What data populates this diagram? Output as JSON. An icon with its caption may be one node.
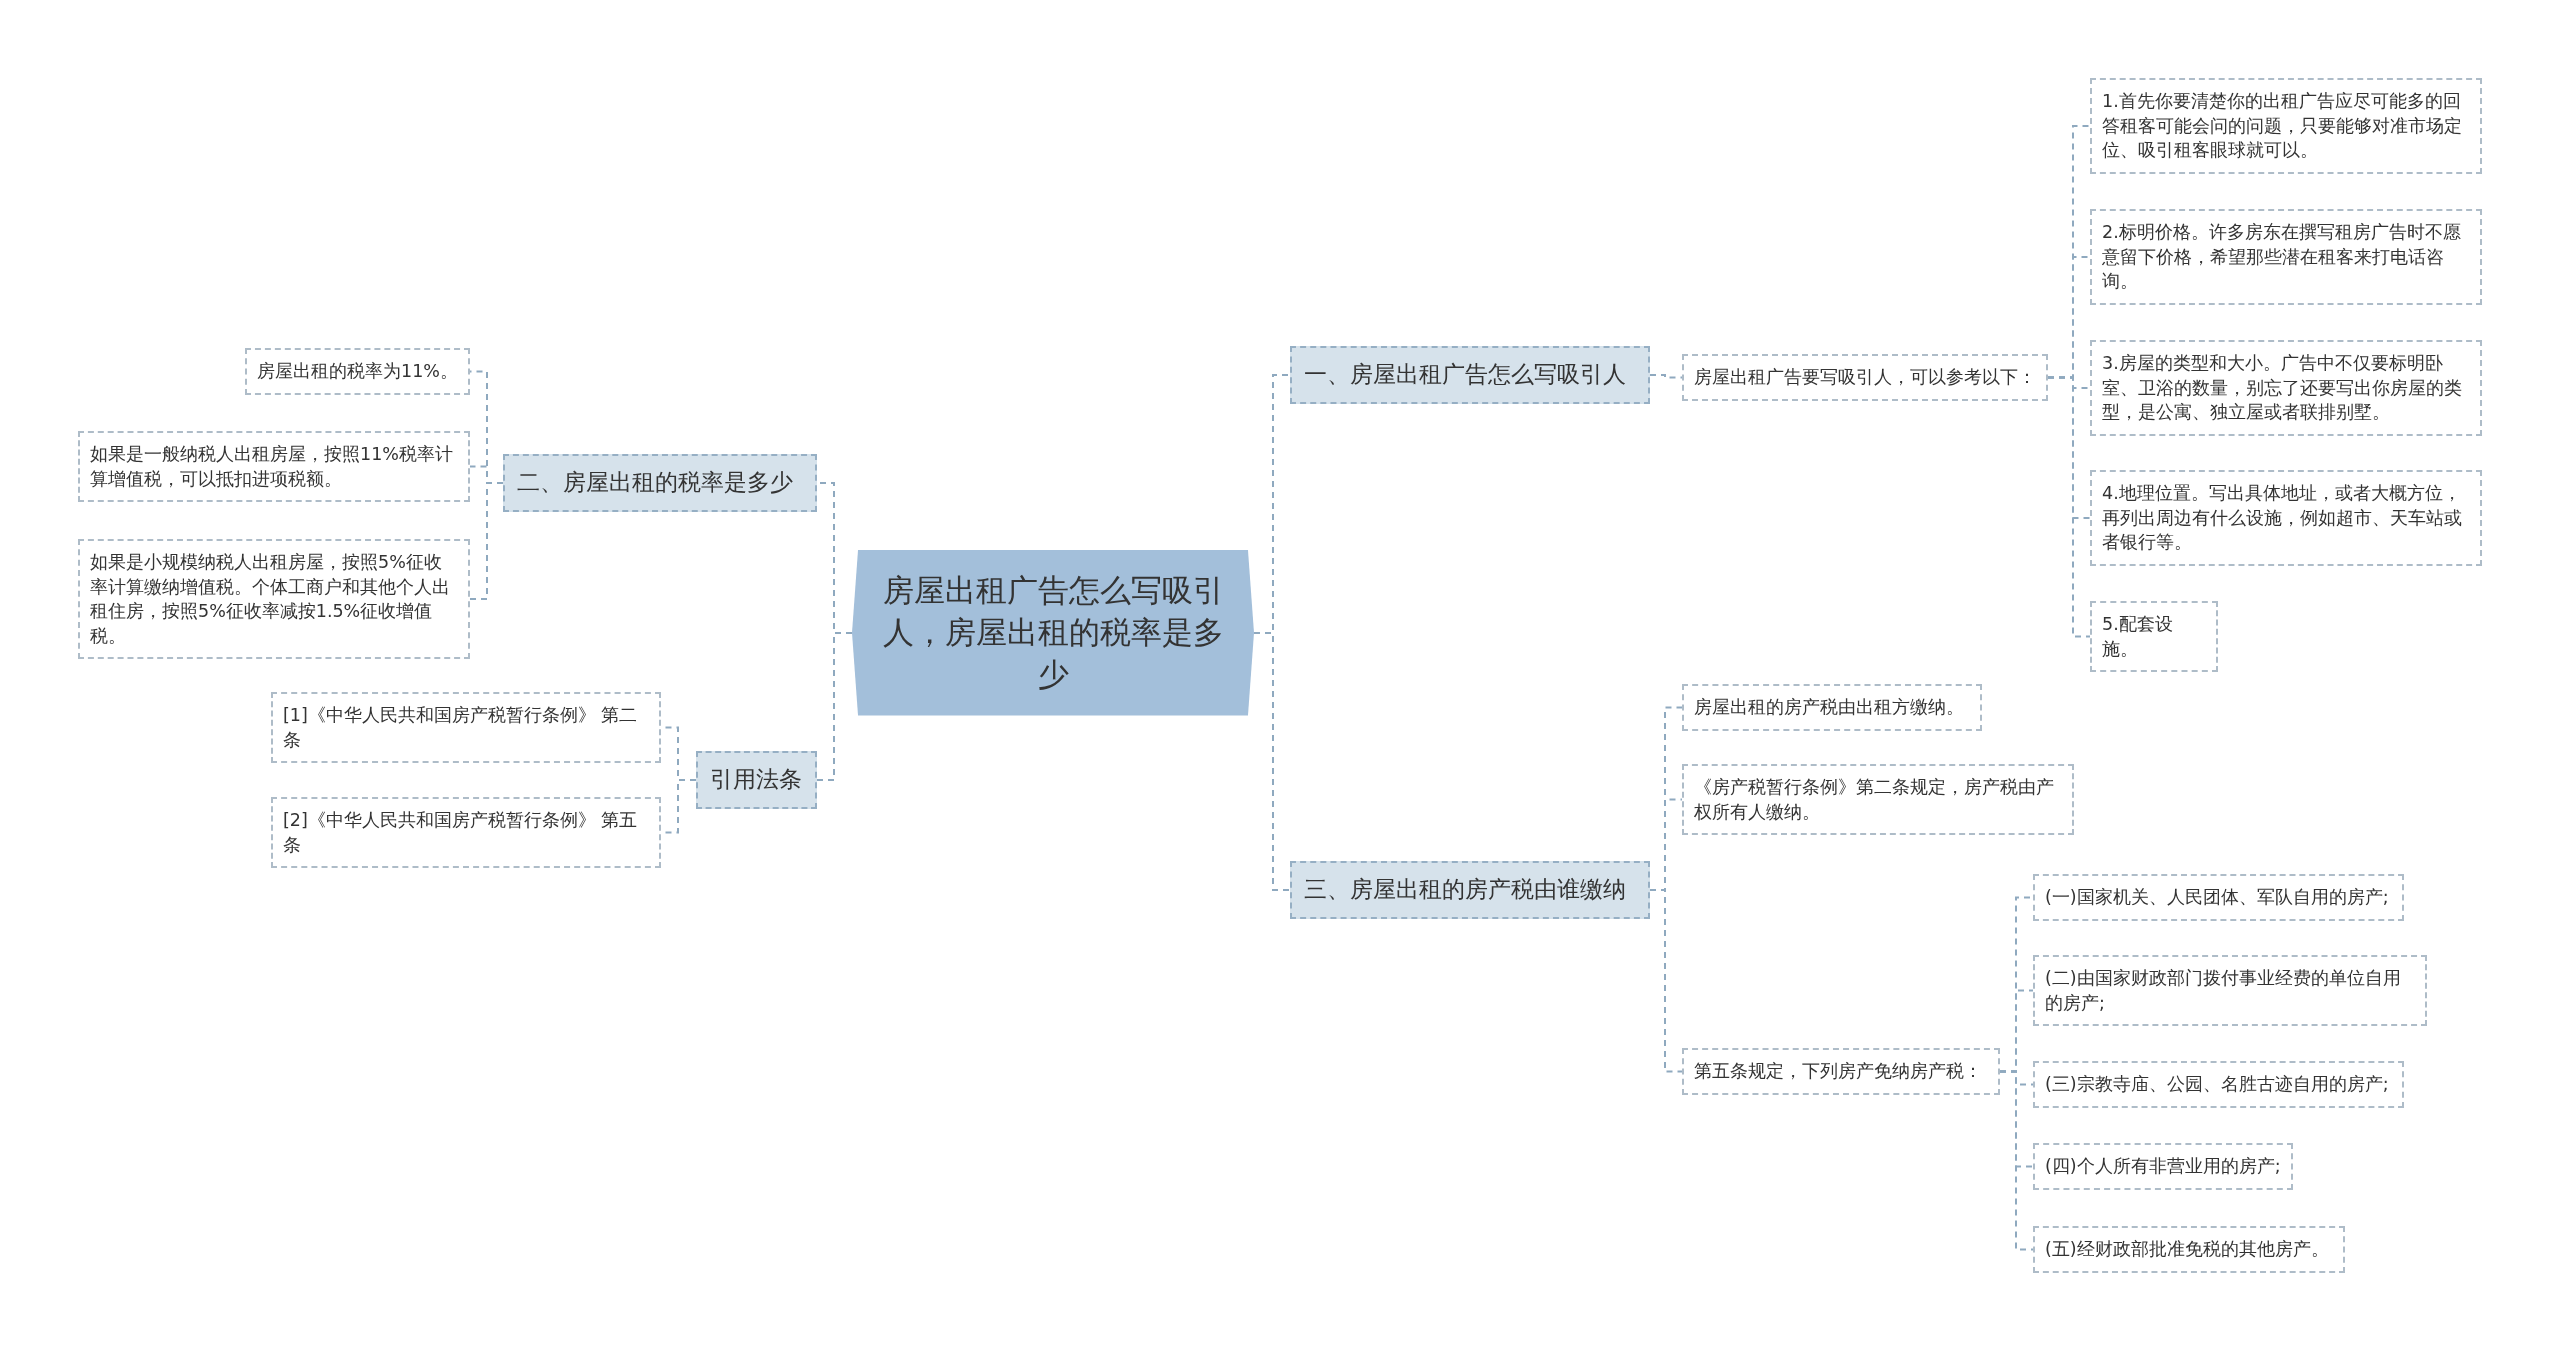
{
  "diagram": {
    "nodes": [
      {
        "text": [
          "房屋出租广告怎么写吸引人，房屋出租的税率是多少"
        ]
      },
      {
        "text": [
          "一、房屋出租广告怎么写吸引人"
        ]
      },
      {
        "text": [
          "房屋出租广告要写吸引人，可以参考以下："
        ]
      },
      {
        "text": [
          "1.首先你要清楚你的出租广告应尽可能多的回答租客可能会问的问题，只要能够对准市场定位、吸引租客眼球就可以。"
        ]
      },
      {
        "text": [
          "2.标明价格。许多房东在撰写租房广告时不愿意留下价格，希望那些潜在租客来打电话咨询。"
        ]
      },
      {
        "text": [
          "3.房屋的类型和大小。广告中不仅要标明卧室、卫浴的数量，别忘了还要写出你房屋的类型，是公寓、独立屋或者联排别墅。"
        ]
      },
      {
        "text": [
          "4.地理位置。写出具体地址，或者大概方位，再列出周边有什么设施，例如超市、天车站或者银行等。"
        ]
      },
      {
        "text": [
          "5.配套设施。"
        ]
      },
      {
        "text": [
          "二、房屋出租的税率是多少"
        ]
      },
      {
        "text": [
          "房屋出租的税率为11%。"
        ]
      },
      {
        "text": [
          "如果是一般纳税人出租房屋，按照11%税率计算增值税，可以抵扣进项税额。"
        ]
      },
      {
        "text": [
          "如果是小规模纳税人出租房屋，按照5%征收率计算缴纳增值税。个体工商户和其他个人出租住房，按照5%征收率减按1.5%征收增值税。"
        ]
      },
      {
        "text": [
          "引用法条"
        ]
      },
      {
        "text": [
          "[1]《中华人民共和国房产税暂行条例》 第二条"
        ]
      },
      {
        "text": [
          "[2]《中华人民共和国房产税暂行条例》 第五条"
        ]
      },
      {
        "text": [
          "三、房屋出租的房产税由谁缴纳"
        ]
      },
      {
        "text": [
          "房屋出租的房产税由出租方缴纳。"
        ]
      },
      {
        "text": [
          "《房产税暂行条例》第二条规定，房产税由产权所有人缴纳。"
        ]
      },
      {
        "text": [
          "第五条规定，下列房产免纳房产税："
        ]
      },
      {
        "text": [
          "(一)国家机关、人民团体、军队自用的房产;"
        ]
      },
      {
        "text": [
          "(二)由国家财政部门拨付事业经费的单位自用的房产;"
        ]
      },
      {
        "text": [
          "(三)宗教寺庙、公园、名胜古迹自用的房产;"
        ]
      },
      {
        "text": [
          "(四)个人所有非营业用的房产;"
        ]
      },
      {
        "text": [
          "(五)经财政部批准免税的其他房产。"
        ]
      }
    ],
    "edges": [
      {
        "from": 0,
        "to": 1,
        "arrow": "none"
      },
      {
        "from": 1,
        "to": 2,
        "arrow": "none"
      },
      {
        "from": 2,
        "to": 3,
        "arrow": "none"
      },
      {
        "from": 2,
        "to": 4,
        "arrow": "none"
      },
      {
        "from": 2,
        "to": 5,
        "arrow": "none"
      },
      {
        "from": 2,
        "to": 6,
        "arrow": "none"
      },
      {
        "from": 2,
        "to": 7,
        "arrow": "none"
      },
      {
        "from": 0,
        "to": 8,
        "arrow": "none"
      },
      {
        "from": 8,
        "to": 9,
        "arrow": "none"
      },
      {
        "from": 8,
        "to": 10,
        "arrow": "none"
      },
      {
        "from": 8,
        "to": 11,
        "arrow": "none"
      },
      {
        "from": 0,
        "to": 12,
        "arrow": "none"
      },
      {
        "from": 12,
        "to": 13,
        "arrow": "none"
      },
      {
        "from": 12,
        "to": 14,
        "arrow": "none"
      },
      {
        "from": 0,
        "to": 15,
        "arrow": "none"
      },
      {
        "from": 15,
        "to": 16,
        "arrow": "none"
      },
      {
        "from": 15,
        "to": 17,
        "arrow": "none"
      },
      {
        "from": 15,
        "to": 18,
        "arrow": "none"
      },
      {
        "from": 18,
        "to": 19,
        "arrow": "none"
      },
      {
        "from": 18,
        "to": 20,
        "arrow": "none"
      },
      {
        "from": 18,
        "to": 21,
        "arrow": "none"
      },
      {
        "from": 18,
        "to": 22,
        "arrow": "none"
      },
      {
        "from": 18,
        "to": 23,
        "arrow": "none"
      }
    ]
  }
}
